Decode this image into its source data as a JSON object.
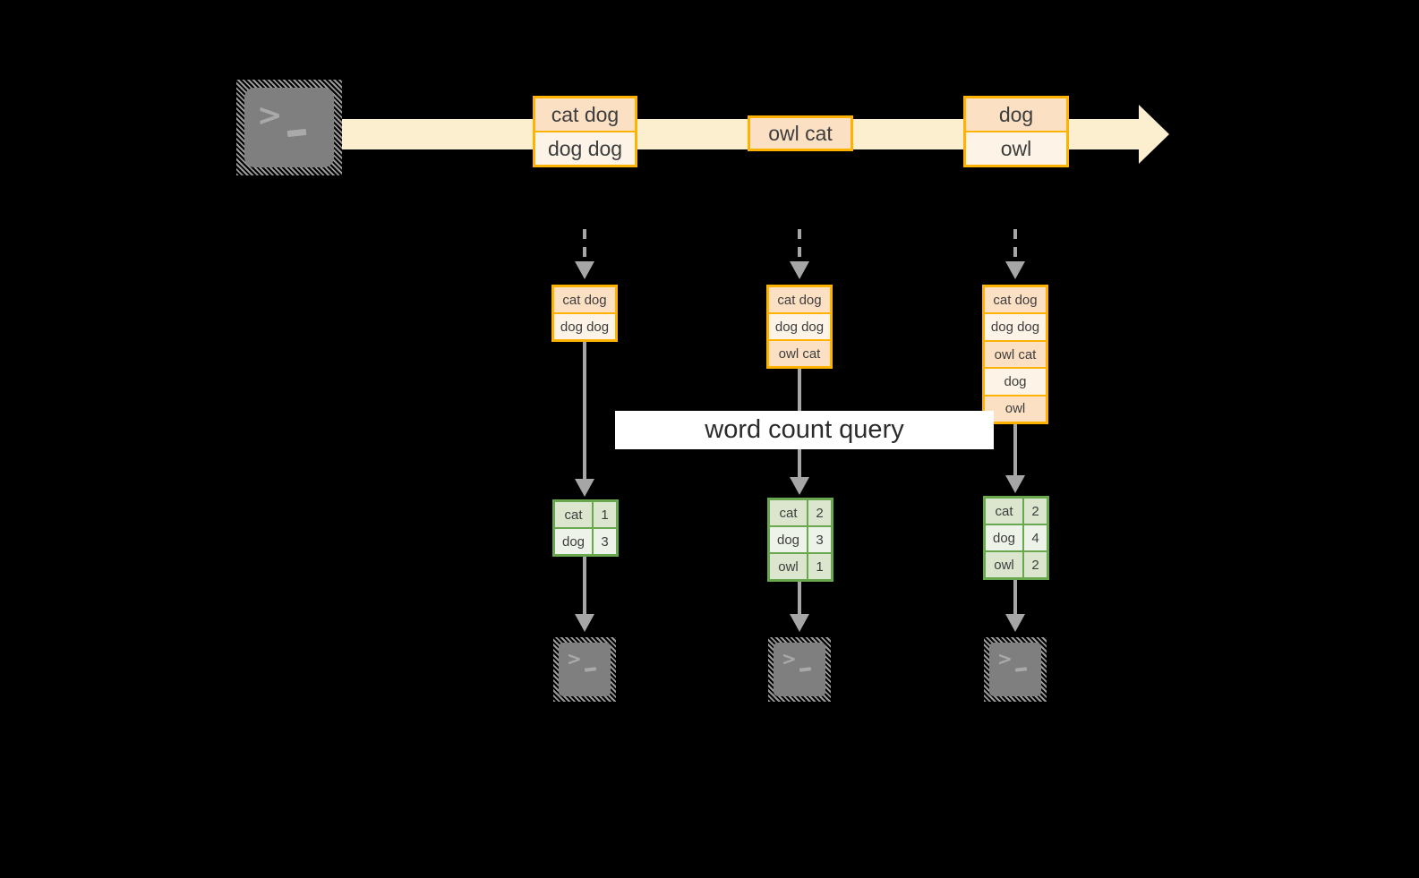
{
  "diagram": {
    "title": "word count query",
    "colors": {
      "background": "#000000",
      "stream_band": "#fcefd0",
      "event_border": "#ffb200",
      "event_fill_light": "#fdf3e7",
      "event_fill_dark": "#fce0c4",
      "table_border": "#6aa84f",
      "table_fill_light": "#eef3e9",
      "table_fill_dark": "#dce6cf",
      "connector": "#a6a6a6",
      "terminal_body": "#7f7f7f",
      "label_band": "#ffffff"
    },
    "source_terminal": {
      "icon": "terminal-icon",
      "prompt": ">",
      "cursor": "_"
    },
    "stream": {
      "events": [
        {
          "lines": [
            "cat dog",
            "dog dog"
          ]
        },
        {
          "lines": [
            "owl cat"
          ]
        },
        {
          "lines": [
            "dog",
            "owl"
          ]
        }
      ]
    },
    "snapshots": [
      {
        "id": "snapshot-1",
        "input_lines": [
          "cat dog",
          "dog dog"
        ],
        "result_header": null,
        "result_rows": [
          {
            "word": "cat",
            "count": "1"
          },
          {
            "word": "dog",
            "count": "3"
          }
        ],
        "sink": {
          "icon": "terminal-icon",
          "prompt": ">",
          "cursor": "_"
        }
      },
      {
        "id": "snapshot-2",
        "input_lines": [
          "cat dog",
          "dog dog",
          "owl cat"
        ],
        "result_header": null,
        "result_rows": [
          {
            "word": "cat",
            "count": "2"
          },
          {
            "word": "dog",
            "count": "3"
          },
          {
            "word": "owl",
            "count": "1"
          }
        ],
        "sink": {
          "icon": "terminal-icon",
          "prompt": ">",
          "cursor": "_"
        }
      },
      {
        "id": "snapshot-3",
        "input_lines": [
          "cat dog",
          "dog dog",
          "owl cat",
          "dog",
          "owl"
        ],
        "result_header": null,
        "result_rows": [
          {
            "word": "cat",
            "count": "2"
          },
          {
            "word": "dog",
            "count": "4"
          },
          {
            "word": "owl",
            "count": "2"
          }
        ],
        "sink": {
          "icon": "terminal-icon",
          "prompt": ">",
          "cursor": "_"
        }
      }
    ]
  }
}
